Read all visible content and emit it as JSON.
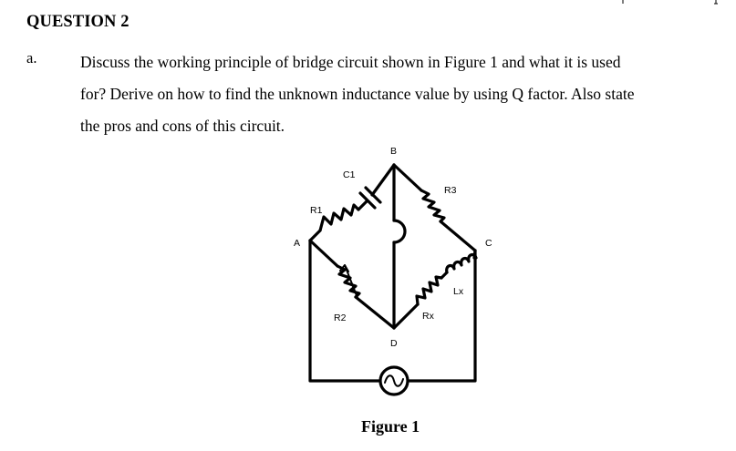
{
  "question": {
    "title": "QUESTION 2",
    "part_label": "a.",
    "text_lines": [
      "Discuss the working principle of bridge circuit shown in Figure 1 and what it is used",
      "for? Derive on how to find the unknown inductance value by using Q factor.  Also state",
      "the pros and cons of this circuit."
    ]
  },
  "figure": {
    "caption": "Figure 1",
    "labels": {
      "node_a": "A",
      "node_b": "B",
      "node_c": "C",
      "node_d": "D",
      "c1": "C1",
      "r1": "R1",
      "r2": "R2",
      "r3": "R3",
      "rx": "Rx",
      "lx": "Lx"
    },
    "source_icon": "ac-source-icon"
  }
}
